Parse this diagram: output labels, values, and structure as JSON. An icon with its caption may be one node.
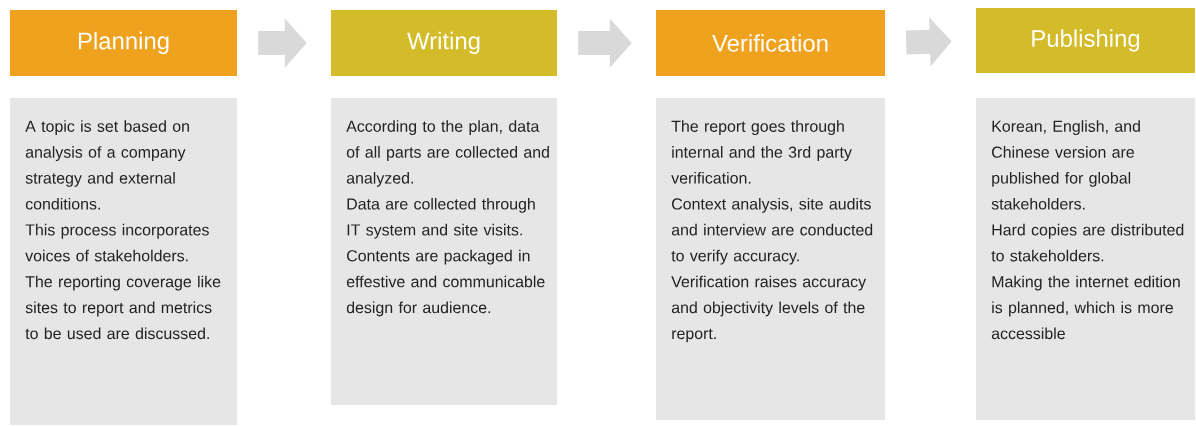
{
  "diagram": {
    "nodes": [
      {
        "text": [
          "Planning"
        ]
      },
      {
        "text": [
          "Writing"
        ]
      },
      {
        "text": [
          "Verification"
        ]
      },
      {
        "text": [
          "Publishing"
        ]
      },
      {
        "text": [
          "A topic is set based on analysis of a company strategy and external conditions.",
          "This process incorporates voices of stakeholders.",
          "The reporting coverage like sites to report and metrics to be used are discussed."
        ]
      },
      {
        "text": [
          "According to the plan, data of all parts are collected and analyzed.",
          "Data are collected through IT system and site visits.",
          "Contents are packaged in effestive and communicable design for audience."
        ]
      },
      {
        "text": [
          "The report goes through internal and the 3rd party verification.",
          "Context analysis, site audits and interview are conducted to verify accuracy.",
          "Verification raises accuracy and objectivity levels of the report."
        ]
      },
      {
        "text": [
          "Korean, English, and Chinese version are published for global stakeholders.",
          "Hard copies are distributed to stakeholders.",
          "Making the internet edition is planned, which is more accessible"
        ]
      }
    ],
    "edges": [
      {
        "from": 0,
        "to": 1,
        "arrow": "to"
      },
      {
        "from": 1,
        "to": 2,
        "arrow": "to"
      },
      {
        "from": 2,
        "to": 3,
        "arrow": "to"
      }
    ]
  }
}
